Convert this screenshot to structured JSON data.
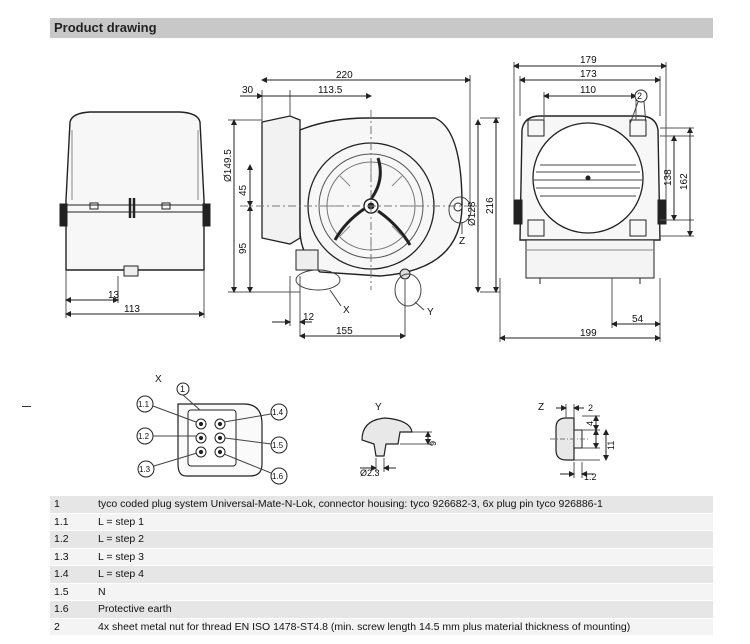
{
  "header": {
    "title": "Product drawing"
  },
  "front_view": {
    "dims": {
      "d13": "13",
      "d113": "113"
    }
  },
  "side_view": {
    "dims": {
      "d220": "220",
      "d30": "30",
      "d113_5": "113.5",
      "d149_5": "Ø149.5",
      "d45": "45",
      "d95": "95",
      "d128": "Ø128",
      "d216": "216",
      "d12": "12",
      "d155": "155"
    },
    "callouts": {
      "x": "X",
      "y": "Y",
      "z": "Z"
    }
  },
  "back_view": {
    "dims": {
      "d179": "179",
      "d173": "173",
      "d110": "110",
      "d138": "138",
      "d162": "162",
      "d54": "54",
      "d199": "199"
    },
    "callout": "2"
  },
  "detail_x": {
    "title": "X",
    "callout_main": "1",
    "pins": [
      "1.1",
      "1.2",
      "1.3",
      "1.4",
      "1.5",
      "1.6"
    ]
  },
  "detail_y": {
    "title": "Y",
    "dims": {
      "d9": "9",
      "d2_3": "Ø2.3"
    }
  },
  "detail_z": {
    "title": "Z",
    "dims": {
      "d2": "2",
      "d4": "4",
      "d11": "11",
      "d1_2": "1.2"
    }
  },
  "legend": [
    {
      "key": "1",
      "text": "tyco coded plug system Universal-Mate-N-Lok, connector housing: tyco 926682-3, 6x plug pin tyco 926886-1"
    },
    {
      "key": "1.1",
      "text": "L = step 1"
    },
    {
      "key": "1.2",
      "text": "L = step 2"
    },
    {
      "key": "1.3",
      "text": "L = step 3"
    },
    {
      "key": "1.4",
      "text": "L = step 4"
    },
    {
      "key": "1.5",
      "text": "N"
    },
    {
      "key": "1.6",
      "text": "Protective earth"
    },
    {
      "key": "2",
      "text": "4x sheet metal nut for thread EN ISO 1478-ST4.8 (min. screw length 14.5 mm plus material thickness of mounting)"
    }
  ]
}
